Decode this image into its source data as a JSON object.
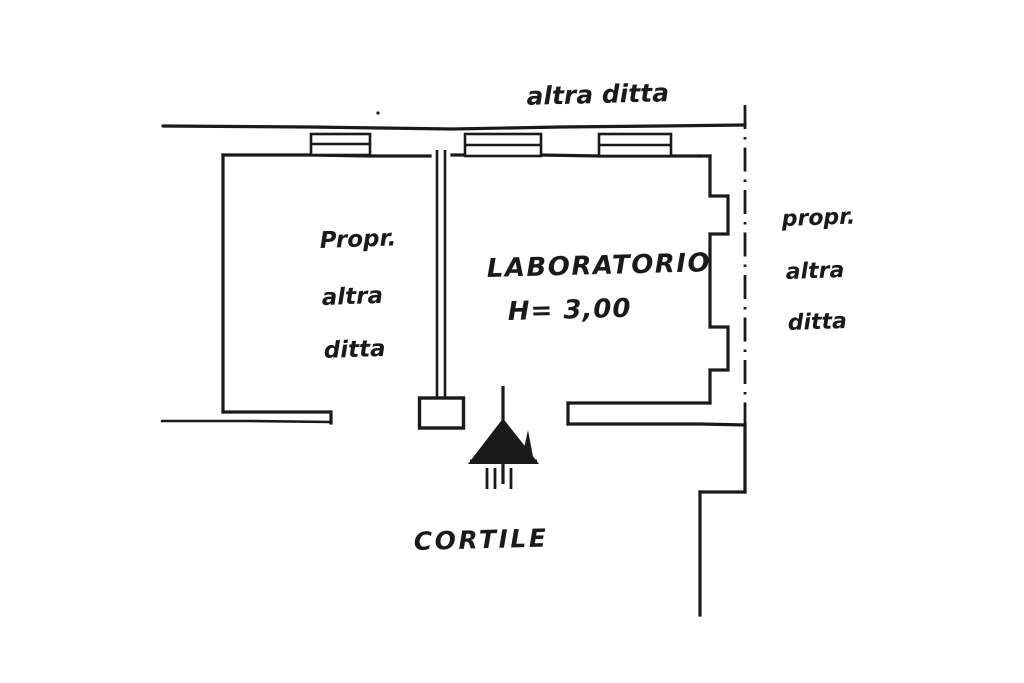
{
  "drawing": {
    "type": "hand-drawn architectural floor plan",
    "language": "Italian",
    "background_color": "#ffffff",
    "ink_color": "#1a1a1a"
  },
  "labels": {
    "top_neighbor": "altra ditta",
    "left_room_line1": "Propr.",
    "left_room_line2": "altra",
    "left_room_line3": "ditta",
    "main_room_name": "LABORATORIO",
    "main_room_height": "H= 3,00",
    "right_neighbor_line1": "propr.",
    "right_neighbor_line2": "altra",
    "right_neighbor_line3": "ditta",
    "courtyard": "CORTILE"
  },
  "rooms": [
    {
      "name": "Propr. altra ditta",
      "position": "left",
      "interior": true
    },
    {
      "name": "LABORATORIO",
      "height_note": "H= 3,00",
      "position": "center",
      "interior": true
    },
    {
      "name": "CORTILE",
      "position": "bottom",
      "interior": false
    }
  ],
  "symbols": {
    "tree": "conifer-tree-symbol",
    "pillar": "square-pillar",
    "windows_count": 3,
    "niches_count": 2,
    "property_boundary": "dash-dot-line"
  }
}
